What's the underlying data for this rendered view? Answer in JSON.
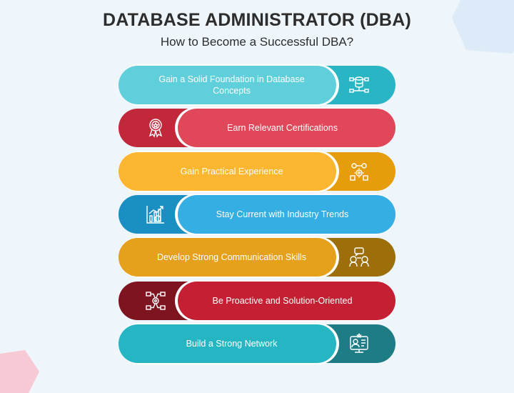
{
  "header": {
    "title": "DATABASE ADMINISTRATOR (DBA)",
    "subtitle": "How to Become a Successful DBA?"
  },
  "steps": [
    {
      "label": "Gain a Solid Foundation in Database Concepts",
      "icon": "database-network-icon",
      "main_color": "#5fcfdc",
      "cap_color": "#2ab5c4",
      "side": "right"
    },
    {
      "label": "Earn Relevant Certifications",
      "icon": "award-ribbon-icon",
      "main_color": "#e0485a",
      "cap_color": "#c1283a",
      "side": "left"
    },
    {
      "label": "Gain Practical Experience",
      "icon": "experience-gears-icon",
      "main_color": "#fcb62f",
      "cap_color": "#e69d0c",
      "side": "right"
    },
    {
      "label": "Stay Current with Industry Trends",
      "icon": "trend-chart-icon",
      "main_color": "#35aee3",
      "cap_color": "#1a8fc4",
      "side": "left"
    },
    {
      "label": "Develop Strong Communication Skills",
      "icon": "communication-icon",
      "main_color": "#e5a01c",
      "cap_color": "#9c6f0b",
      "side": "right"
    },
    {
      "label": "Be Proactive and Solution-Oriented",
      "icon": "solution-flow-icon",
      "main_color": "#c41f32",
      "cap_color": "#7d1420",
      "side": "left"
    },
    {
      "label": "Build a Strong Network",
      "icon": "profile-card-icon",
      "main_color": "#26b6c3",
      "cap_color": "#1d7c84",
      "side": "right"
    }
  ]
}
